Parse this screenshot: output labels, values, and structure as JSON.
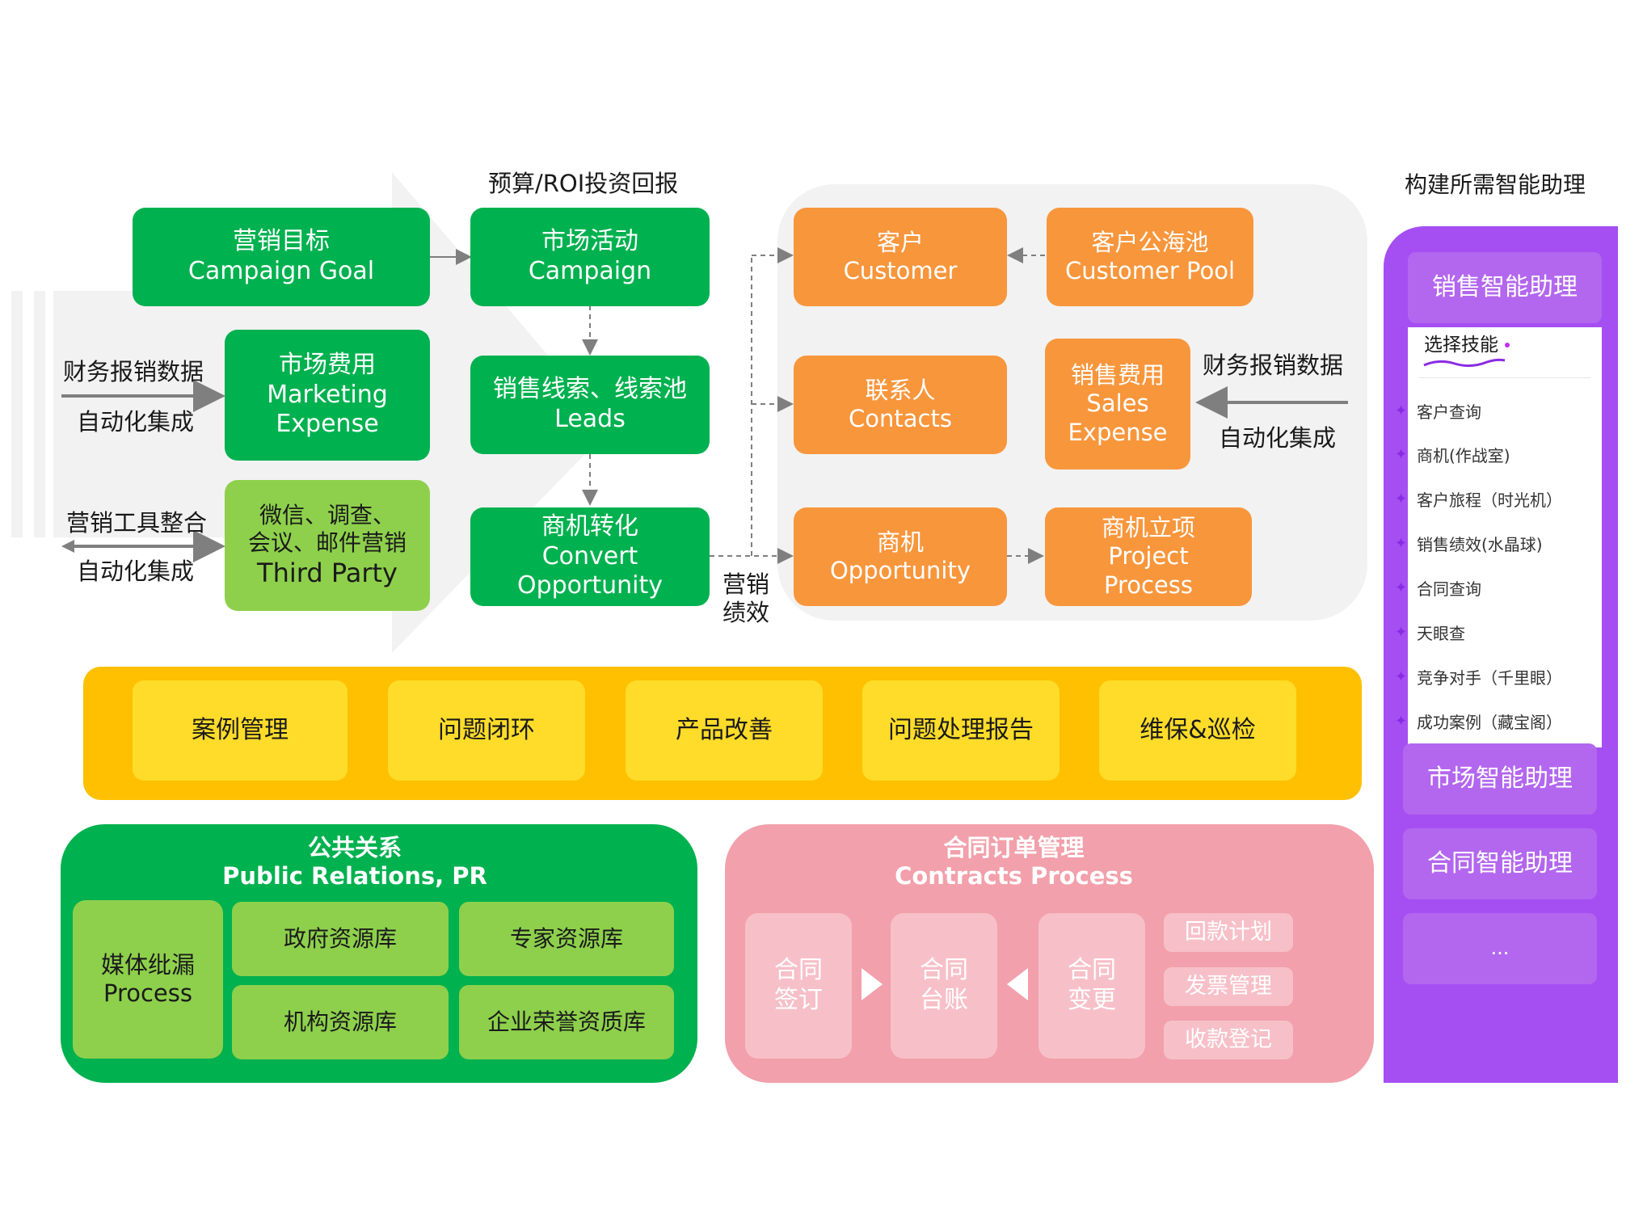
{
  "flow": {
    "roi_label": "预算/ROI投资回报",
    "campaign_goal": {
      "cn": "营销目标",
      "en": "Campaign Goal"
    },
    "campaign": {
      "cn": "市场活动",
      "en": "Campaign"
    },
    "marketing_expense": {
      "cn": "市场费用",
      "en1": "Marketing",
      "en2": "Expense"
    },
    "leads": {
      "cn": "销售线索、线索池",
      "en": "Leads"
    },
    "third_party": {
      "line1": "微信、调查、",
      "line2": "会议、邮件营销",
      "en": "Third Party"
    },
    "opportunity_convert": {
      "cn": "商机转化",
      "en1": "Convert",
      "en2": "Opportunity"
    },
    "left_labels": {
      "finance_data": "财务报销数据",
      "auto_integration_1": "自动化集成",
      "tool_integration": "营销工具整合",
      "auto_integration_2": "自动化集成"
    },
    "sales_perf": {
      "line1": "营销",
      "line2": "绩效"
    }
  },
  "customer_panel": {
    "customer": {
      "cn": "客户",
      "en": "Customer"
    },
    "customer_pool": {
      "cn": "客户公海池",
      "en": "Customer Pool"
    },
    "contacts": {
      "cn": "联系人",
      "en": "Contacts"
    },
    "sales_expense": {
      "cn": "销售费用",
      "en1": "Sales",
      "en2": "Expense"
    },
    "opportunity": {
      "cn": "商机",
      "en": "Opportunity"
    },
    "project": {
      "cn": "商机立项",
      "en1": "Project",
      "en2": "Process"
    },
    "finance_data": "财务报销数据",
    "auto_integration": "自动化集成"
  },
  "service_bar": {
    "items": [
      "案例管理",
      "问题闭环",
      "产品改善",
      "问题处理报告",
      "维保&巡检"
    ]
  },
  "pr": {
    "title_cn": "公共关系",
    "title_en": "Public Relations, PR",
    "media": {
      "cn": "媒体纰漏",
      "en": "Process"
    },
    "items": [
      "政府资源库",
      "专家资源库",
      "机构资源库",
      "企业荣誉资质库"
    ]
  },
  "contracts": {
    "title_cn": "合同订单管理",
    "title_en": "Contracts Process",
    "sign": {
      "line1": "合同",
      "line2": "签订"
    },
    "ledger": {
      "line1": "合同",
      "line2": "台账"
    },
    "change": {
      "line1": "合同",
      "line2": "变更"
    },
    "side_items": [
      "回款计划",
      "发票管理",
      "收款登记"
    ]
  },
  "assistant": {
    "heading": "构建所需智能助理",
    "sales": "销售智能助理",
    "select_skill": "选择技能",
    "skills": [
      "客户查询",
      "商机(作战室)",
      "客户旅程（时光机）",
      "销售绩效(水晶球)",
      "合同查询",
      "天眼查",
      "竞争对手（千里眼）",
      "成功案例（藏宝阁）"
    ],
    "market": "市场智能助理",
    "contract": "合同智能助理",
    "more": "..."
  },
  "colors": {
    "green": "#00b14f",
    "light_green": "#8ed04c",
    "orange": "#f8963c",
    "yellow_bar": "#fec000",
    "yellow_box": "#fedc29",
    "pink_panel": "#f2a0ab",
    "purple": "#a54ef2"
  }
}
